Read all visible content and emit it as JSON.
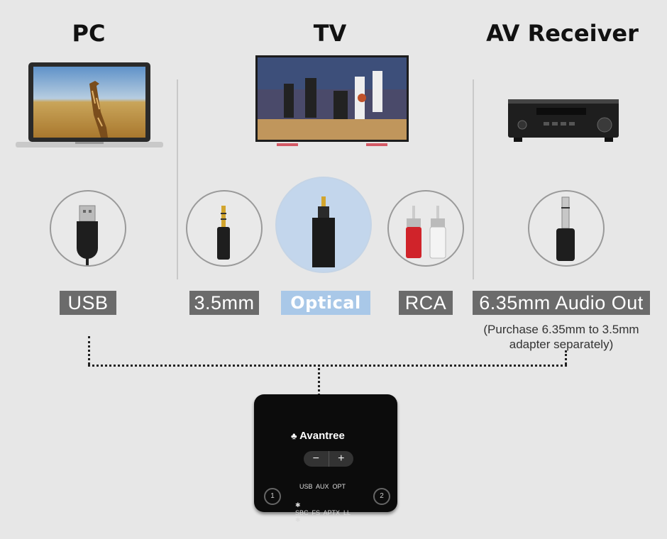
{
  "headings": {
    "pc": "PC",
    "tv": "TV",
    "av": "AV Receiver"
  },
  "connections": {
    "usb": "USB",
    "aux": "3.5mm",
    "optical": "Optical",
    "rca": "RCA",
    "out635": "6.35mm Audio Out"
  },
  "note": {
    "line1": "(Purchase 6.35mm to 3.5mm",
    "line2": "adapter separately)"
  },
  "device": {
    "brand": "Avantree",
    "minus": "−",
    "plus": "+",
    "inputs": "USB  AUX  OPT",
    "codecs": "SBC  FS  APTX  LL"
  },
  "colors": {
    "accent": "#a9c8e8",
    "chip": "#6b6b6b",
    "background": "#e7e7e7"
  }
}
